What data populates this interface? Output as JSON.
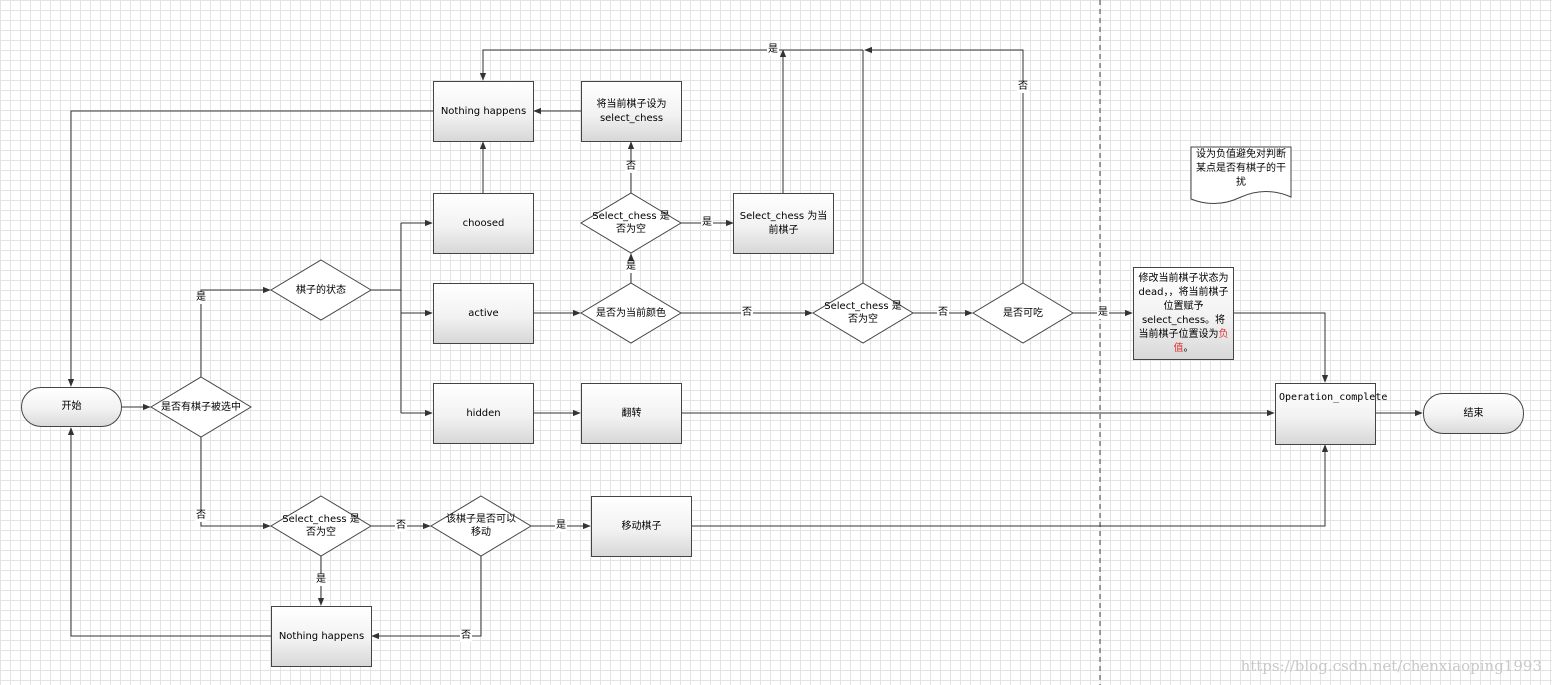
{
  "nodes": {
    "start": "开始",
    "end": "结束",
    "is_selected": "是否有棋子被选中",
    "piece_state": "棋子的状态",
    "choosed": "choosed",
    "active": "active",
    "hidden": "hidden",
    "nothing_top": "Nothing happens",
    "set_select": "将当前棋子设为select_chess",
    "select_empty_top": "Select_chess 是否为空",
    "select_is_current": "Select_chess 为当前棋子",
    "is_current_color": "是否为当前颜色",
    "select_empty_mid": "Select_chess 是否为空",
    "can_eat": "是否可吃",
    "flip": "翻转",
    "op_complete": "Operation_complete",
    "select_empty_bottom": "Select_chess 是否为空",
    "can_move": "该棋子是否可以移动",
    "move_piece": "移动棋子",
    "nothing_bottom": "Nothing happens"
  },
  "modify_box": {
    "line1": "修改当前棋子状态为dead，，将当前棋子位置赋予select_chess。将当前棋子位置设为",
    "highlight": "负值",
    "line2": "。"
  },
  "note": "设为负值避免对判断某点是否有棋子的干扰",
  "edge_labels": {
    "yes": "是",
    "no": "否"
  },
  "colors": {
    "line": "#333333",
    "highlight": "#e03030"
  },
  "watermark": "https://blog.csdn.net/chenxiaoping1993"
}
